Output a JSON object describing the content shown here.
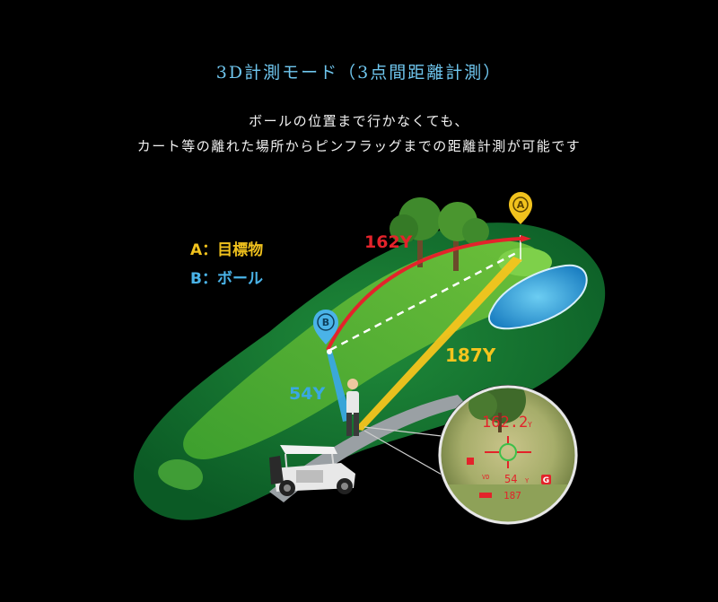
{
  "header": {
    "title": "3D計測モード（3点間距離計測）",
    "description_line1": "ボールの位置まで行かなくても、",
    "description_line2": "カート等の離れた場所からピンフラッグまでの距離計測が可能です"
  },
  "legend": {
    "a_label": "A：目標物",
    "b_label": "B：ボール"
  },
  "markers": {
    "a_letter": "A",
    "b_letter": "B"
  },
  "distances": {
    "cart_to_flag": "162Y",
    "ball_to_flag": "187Y",
    "cart_to_ball": "54Y"
  },
  "viewfinder": {
    "main_reading": "162.2",
    "main_unit": "Y",
    "second_reading": "54",
    "second_unit": "Y",
    "third_reading": "187",
    "mode_tag": "VD",
    "g_badge": "G"
  },
  "colors": {
    "title_blue": "#6fc6ee",
    "legend_a": "#f1c21d",
    "legend_b": "#4ab3e8",
    "arc_red": "#e4232b",
    "beam_yellow": "#f4c41e",
    "beam_blue": "#3aa8e2",
    "viewfinder_red": "#e3232a"
  }
}
